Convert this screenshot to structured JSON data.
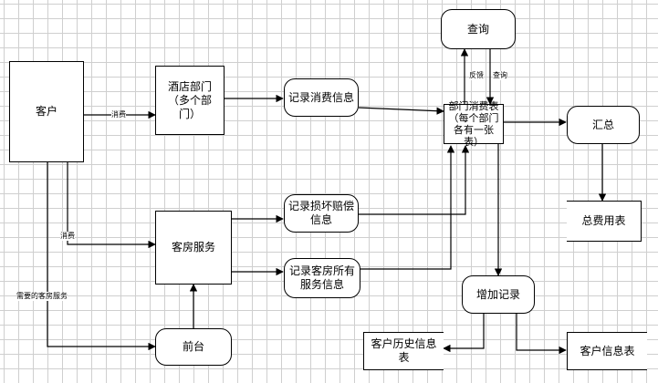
{
  "nodes": {
    "customer": "客户",
    "hotel_dept": "酒店部门（多个部门）",
    "room_service": "客房服务",
    "front_desk": "前台",
    "record_consumption": "记录消费信息",
    "record_damage": "记录损坏赔偿信息",
    "record_room_services": "记录客房所有服务信息",
    "query": "查询",
    "dept_consumption_table": "部门消费表（每个部门各有一张表）",
    "summary": "汇总",
    "total_cost_table": "总费用表",
    "add_record": "增加记录",
    "customer_history_table": "客户历史信息表",
    "customer_info_table": "客户信息表"
  },
  "edge_labels": {
    "consume_dept": "消费",
    "consume_room": "消费",
    "needed_room_service": "需要的客房服务",
    "feedback": "反馈",
    "query": "查询"
  },
  "colors": {
    "grid": "#cfcfcf",
    "stroke": "#000000"
  }
}
